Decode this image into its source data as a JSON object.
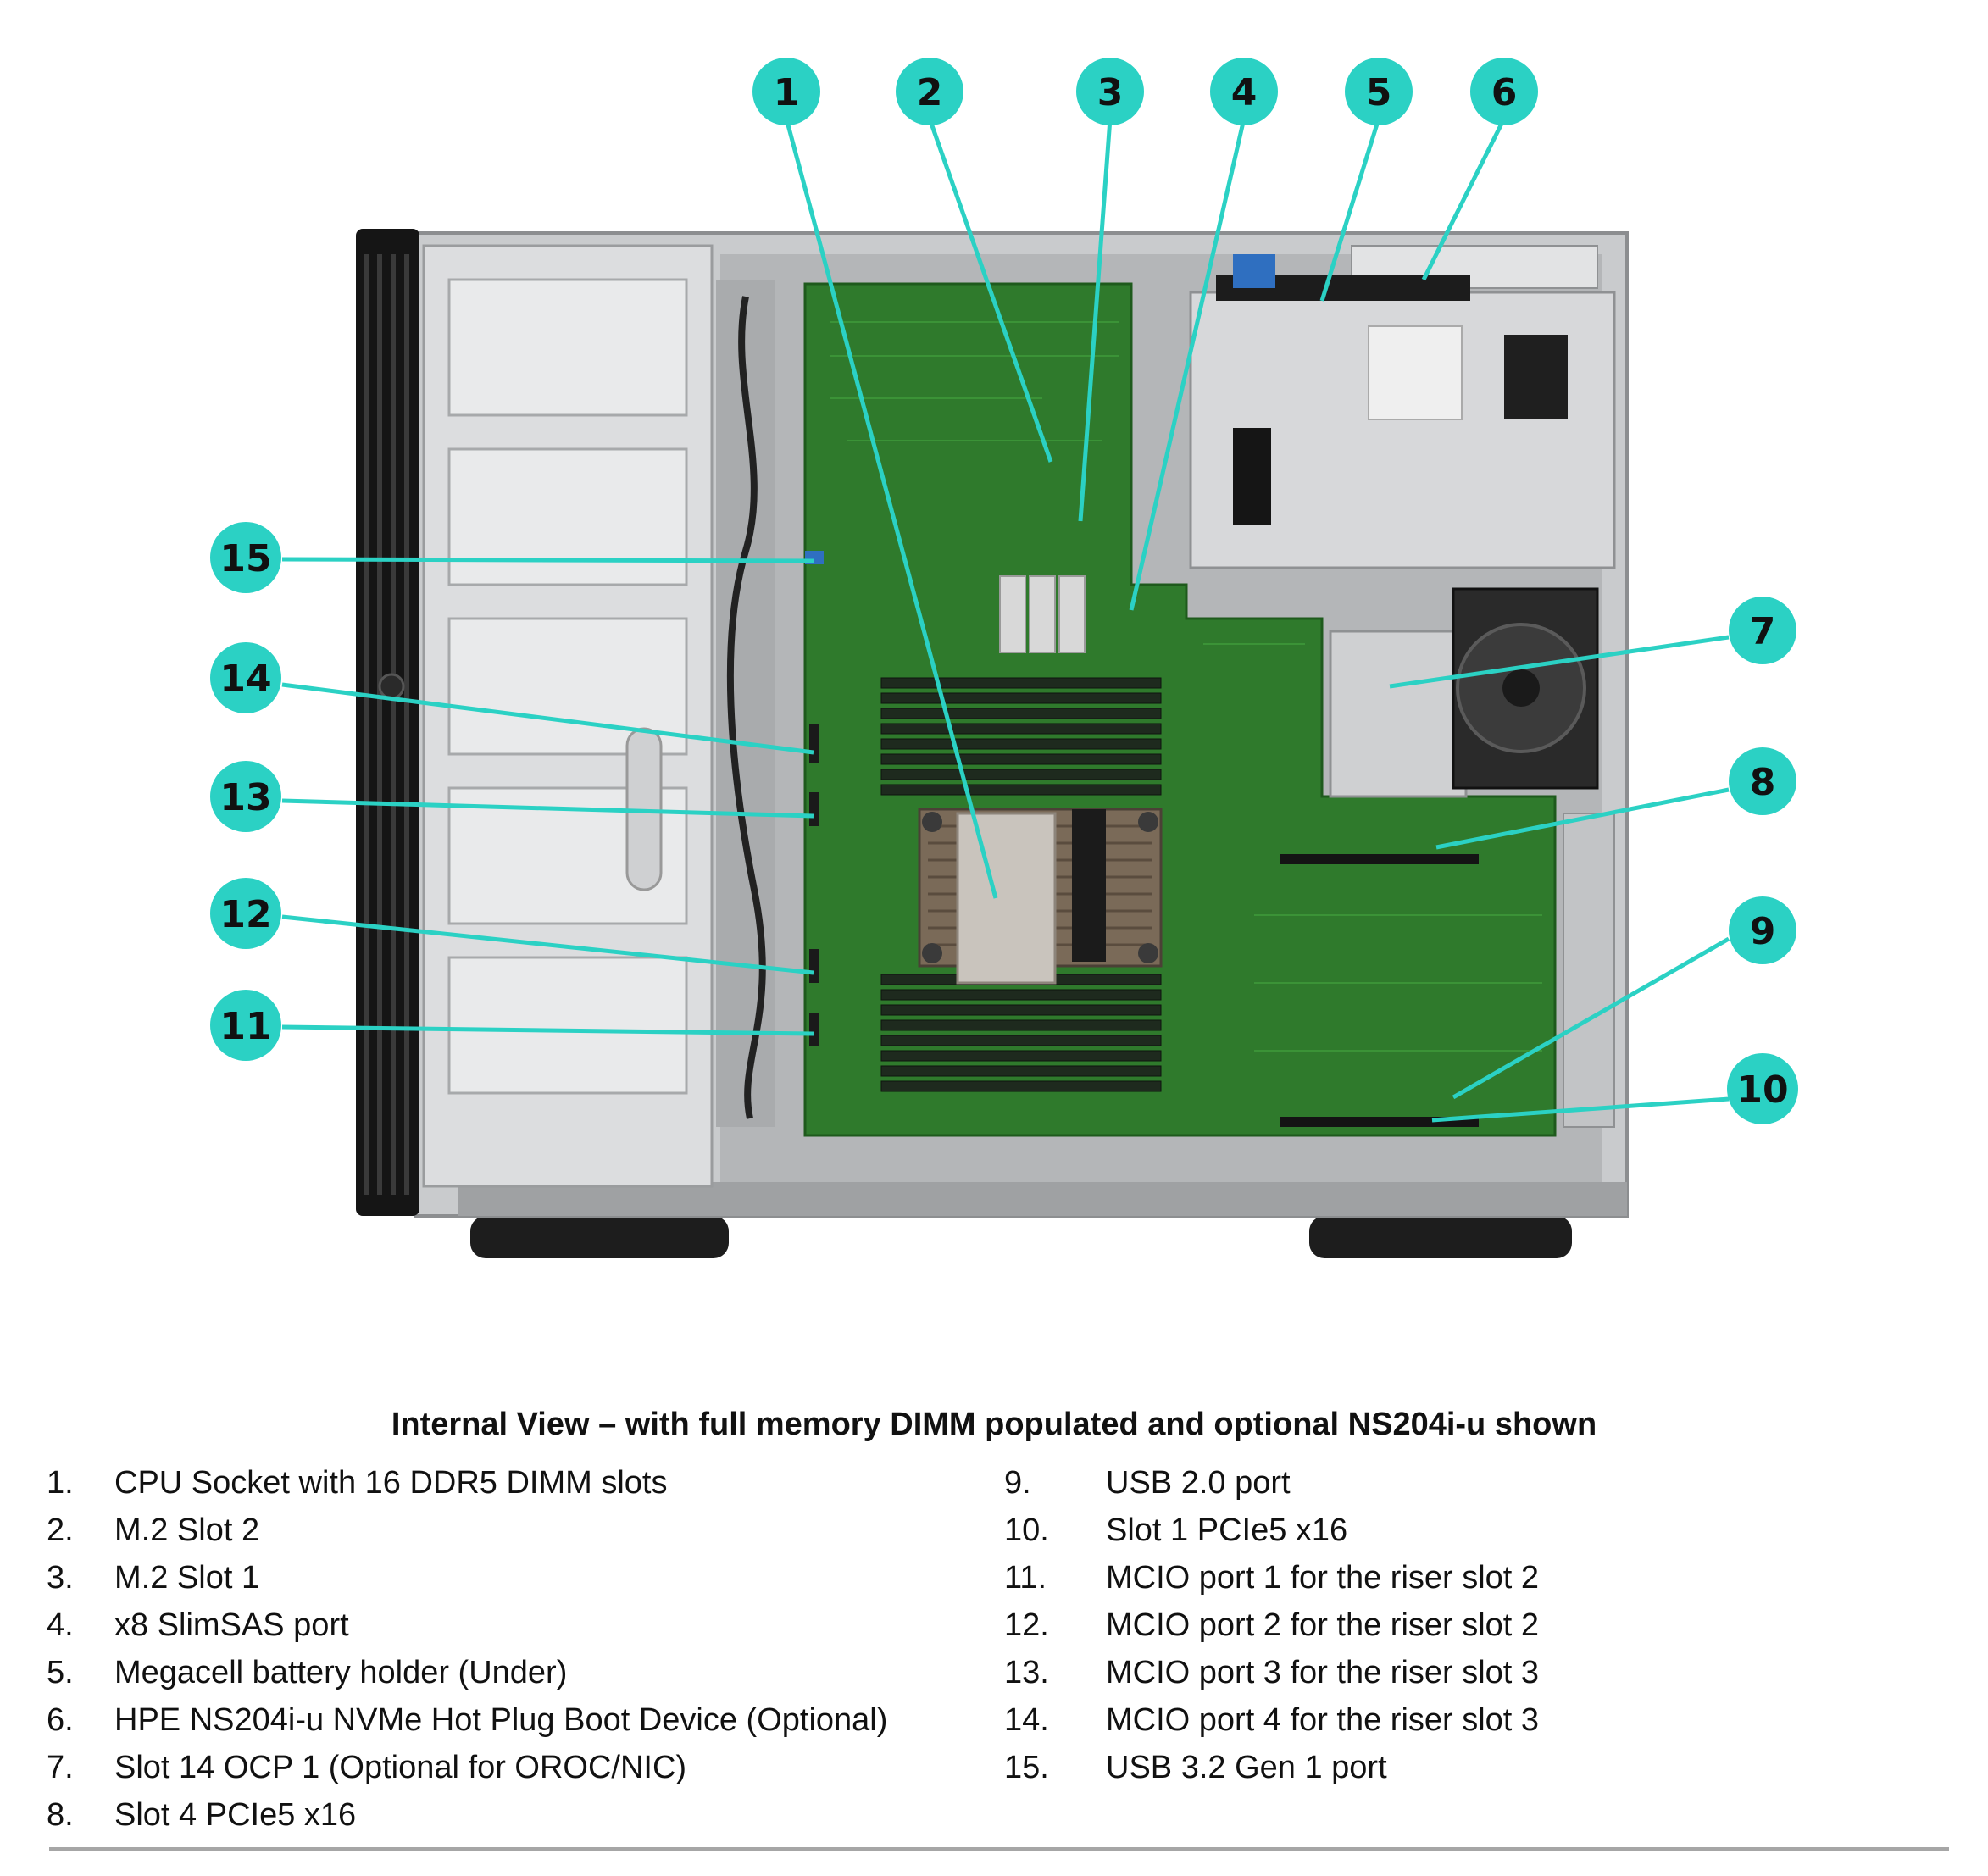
{
  "caption": "Internal View – with full memory DIMM populated and optional NS204i-u shown",
  "colors": {
    "callout_fill": "#2bd1c4",
    "callout_line": "#2bd1c4",
    "board_green": "#2f7a2c",
    "chassis_gray": "#d4d6d8",
    "bezel_black": "#151515",
    "rule_gray": "#a6a6a6"
  },
  "callouts": [
    {
      "label": "1"
    },
    {
      "label": "2"
    },
    {
      "label": "3"
    },
    {
      "label": "4"
    },
    {
      "label": "5"
    },
    {
      "label": "6"
    },
    {
      "label": "7"
    },
    {
      "label": "8"
    },
    {
      "label": "9"
    },
    {
      "label": "10"
    },
    {
      "label": "11"
    },
    {
      "label": "12"
    },
    {
      "label": "13"
    },
    {
      "label": "14"
    },
    {
      "label": "15"
    }
  ],
  "legend": {
    "left": [
      {
        "num": "1.",
        "text": "CPU Socket with 16 DDR5 DIMM slots"
      },
      {
        "num": "2.",
        "text": "M.2 Slot 2"
      },
      {
        "num": "3.",
        "text": "M.2 Slot 1"
      },
      {
        "num": "4.",
        "text": "x8 SlimSAS port"
      },
      {
        "num": "5.",
        "text": "Megacell battery holder (Under)"
      },
      {
        "num": "6.",
        "text": "HPE NS204i-u NVMe Hot Plug Boot Device (Optional)"
      },
      {
        "num": "7.",
        "text": "Slot 14 OCP 1 (Optional for OROC/NIC)"
      },
      {
        "num": "8.",
        "text": "Slot 4 PCIe5 x16"
      }
    ],
    "right": [
      {
        "num": "9.",
        "text": "USB 2.0 port"
      },
      {
        "num": "10.",
        "text": "Slot 1 PCIe5 x16"
      },
      {
        "num": "11.",
        "text": "MCIO port 1 for the riser slot 2"
      },
      {
        "num": "12.",
        "text": "MCIO port 2 for the riser slot 2"
      },
      {
        "num": "13.",
        "text": "MCIO port 3 for the riser slot 3"
      },
      {
        "num": "14.",
        "text": "MCIO port 4 for the riser slot 3"
      },
      {
        "num": "15.",
        "text": "USB 3.2 Gen 1 port"
      }
    ]
  }
}
